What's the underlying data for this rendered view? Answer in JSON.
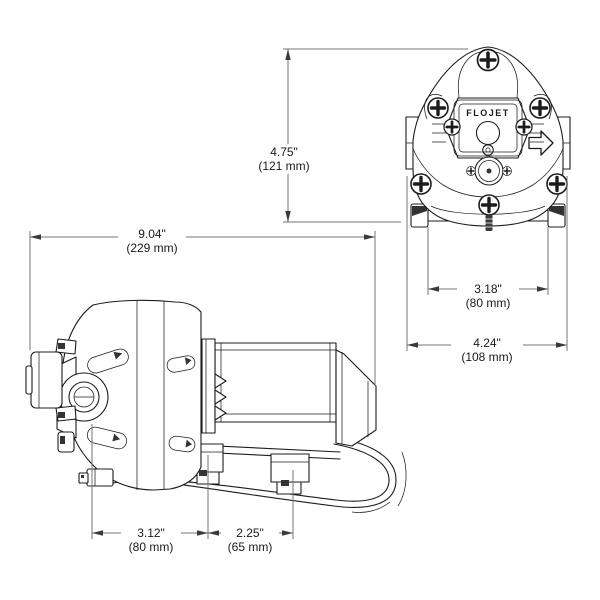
{
  "page": {
    "kind": "technical dimension drawing",
    "background": "#ffffff"
  },
  "drawing": {
    "brand_plate_label": "FLOJET",
    "colors": {
      "drawing_line": "#1c1c1c",
      "dimension_line": "#747474",
      "label_text": "#1a1a1a",
      "background": "#ffffff"
    },
    "icons": {
      "screws": "phillips-cross-screw",
      "flow_direction": "right-arrow"
    },
    "dimensions": {
      "front_height": {
        "inch": "4.75\"",
        "mm": "(121 mm)"
      },
      "overall_length": {
        "inch": "9.04\"",
        "mm": "(229 mm)"
      },
      "front_foot_span": {
        "inch": "3.18\"",
        "mm": "(80 mm)"
      },
      "front_overall_width": {
        "inch": "4.24\"",
        "mm": "(108 mm)"
      },
      "side_port_to_foot": {
        "inch": "3.12\"",
        "mm": "(80 mm)"
      },
      "side_foot_spacing": {
        "inch": "2.25\"",
        "mm": "(65 mm)"
      }
    }
  }
}
